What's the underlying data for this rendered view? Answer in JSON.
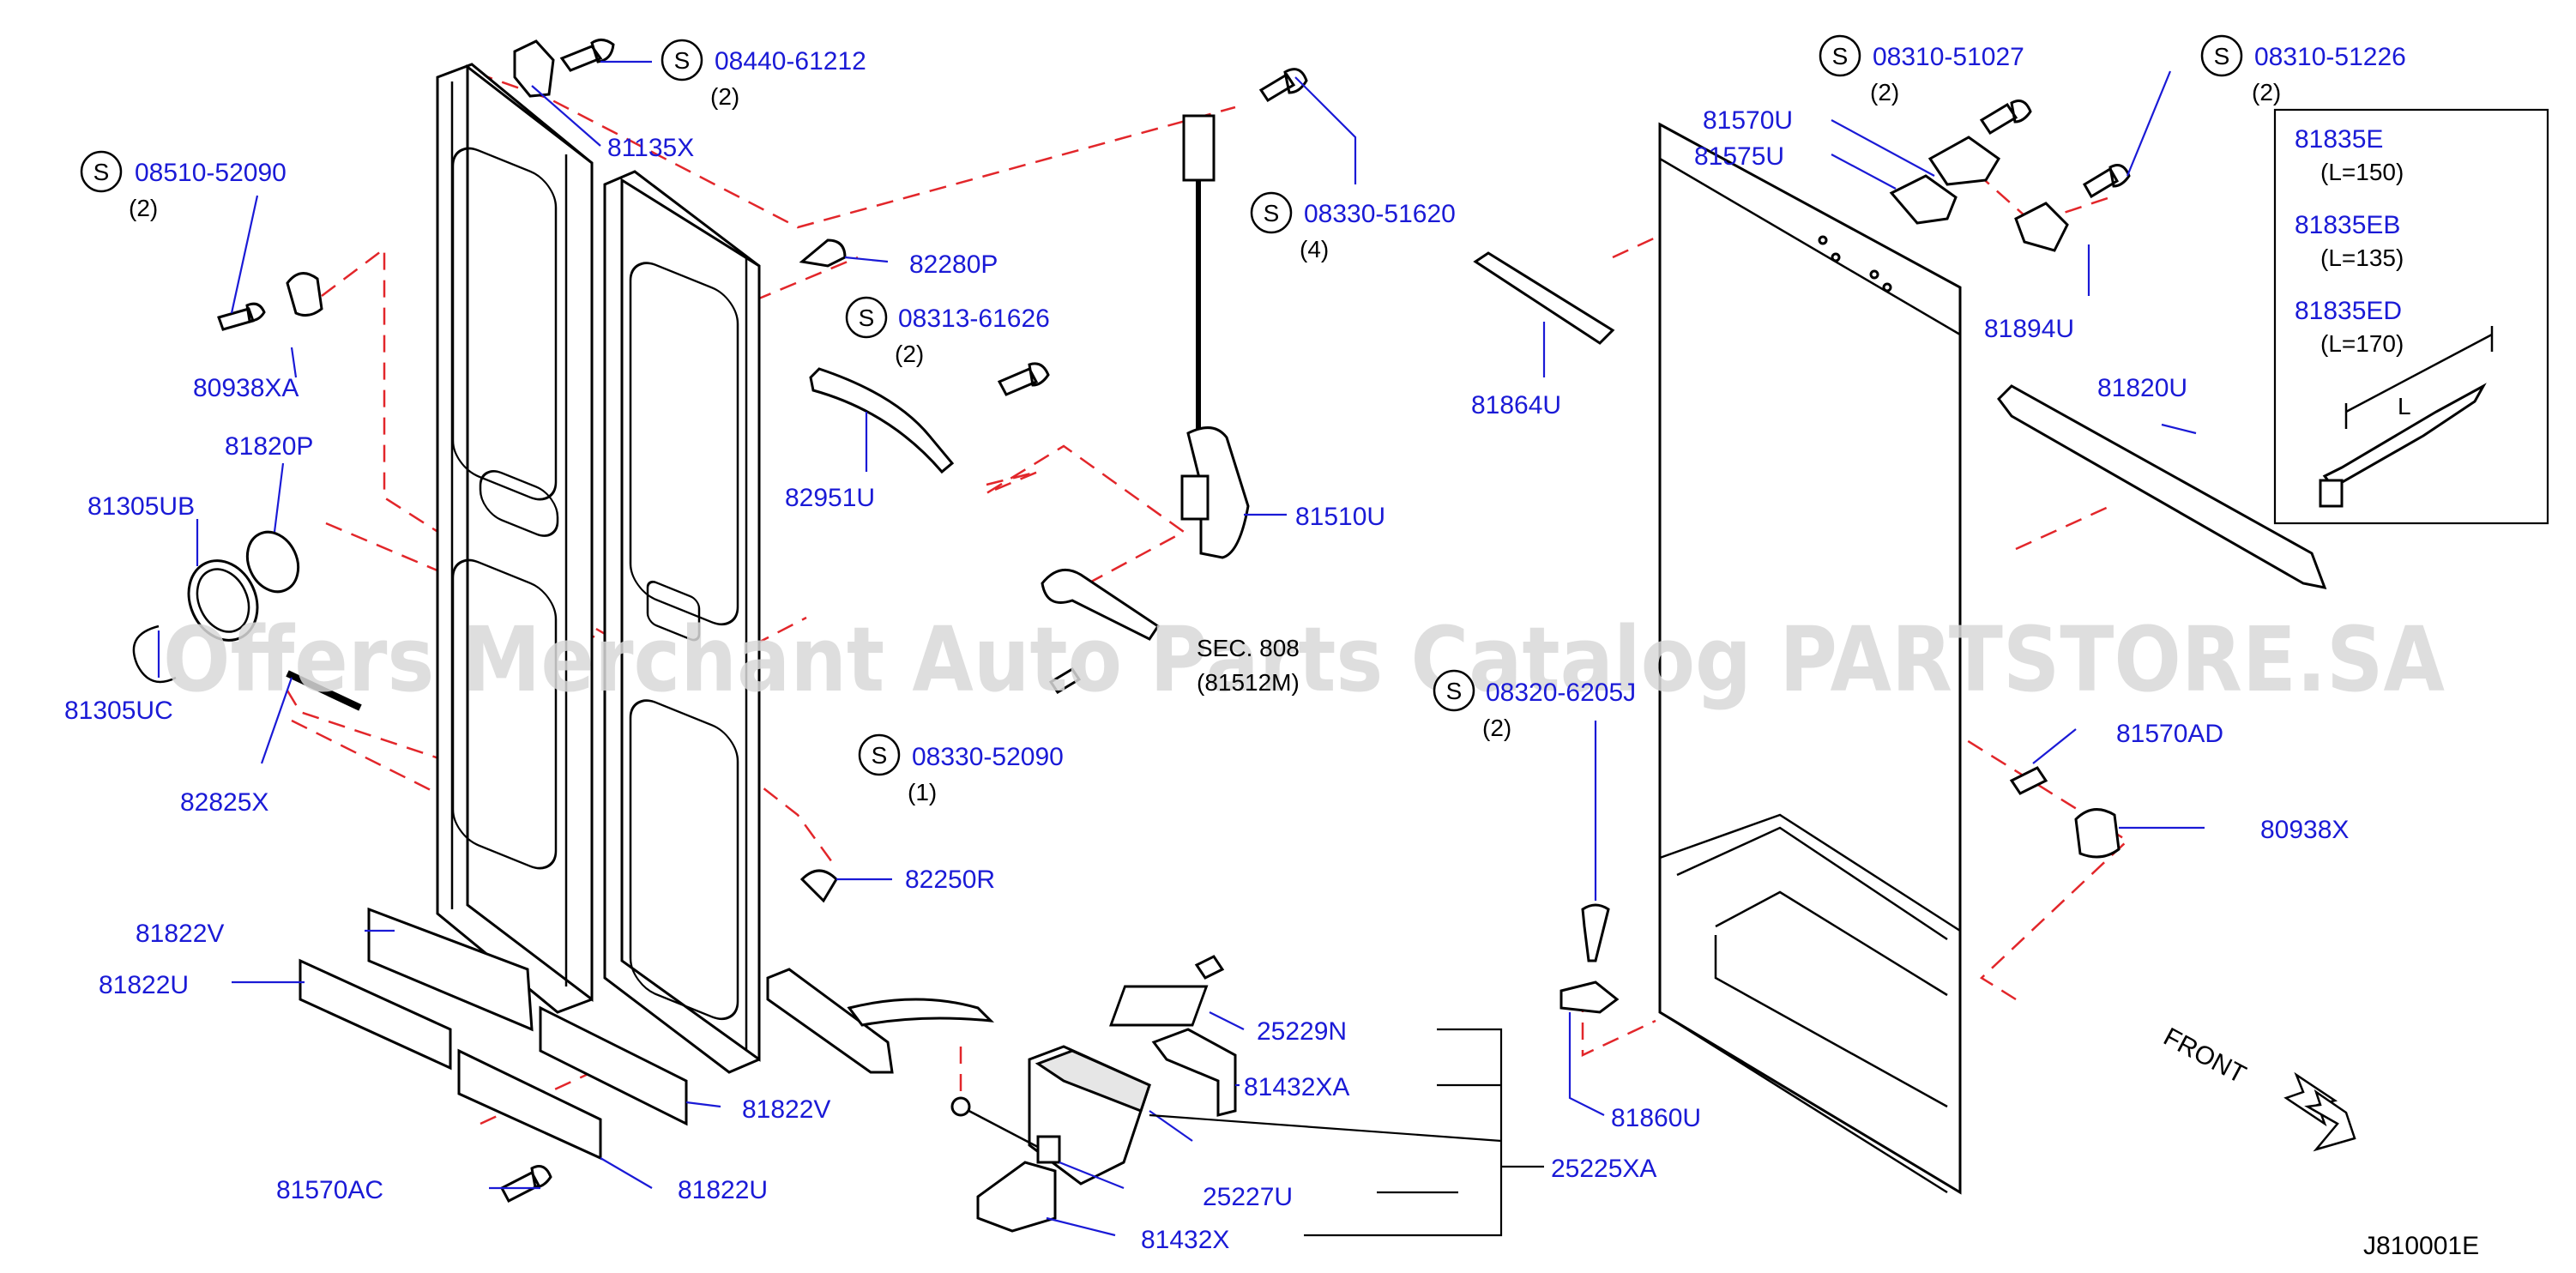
{
  "diagram": {
    "watermark": "Offers Merchant Auto Parts Catalog PARTSTORE.SA",
    "code": "J810001E",
    "front_label": "FRONT",
    "s_symbol": "S",
    "labels": {
      "p81135X": "81135X",
      "p82280P": "82280P",
      "p80938XA": "80938XA",
      "p81820P": "81820P",
      "p81305UB": "81305UB",
      "p81305UC": "81305UC",
      "p82825X": "82825X",
      "p82951U": "82951U",
      "p81510U": "81510U",
      "p82250R": "82250R",
      "p81822V_a": "81822V",
      "p81822U_a": "81822U",
      "p81822V_b": "81822V",
      "p81822U_b": "81822U",
      "p81570AC": "81570AC",
      "p25229N": "25229N",
      "p81432XA": "81432XA",
      "p25225XA": "25225XA",
      "p25227U": "25227U",
      "p81432X": "81432X",
      "p81570U": "81570U",
      "p81575U": "81575U",
      "p81894U": "81894U",
      "p81864U": "81864U",
      "p81820U": "81820U",
      "p81570AD": "81570AD",
      "p80938X": "80938X",
      "p81860U": "81860U",
      "p81835E": "81835E",
      "p81835EB": "81835EB",
      "p81835ED": "81835ED"
    },
    "screws": {
      "s1": {
        "part": "08440-61212",
        "qty": "(2)"
      },
      "s2": {
        "part": "08510-52090",
        "qty": "(2)"
      },
      "s3": {
        "part": "08313-61626",
        "qty": "(2)"
      },
      "s4": {
        "part": "08330-51620",
        "qty": "(4)"
      },
      "s5": {
        "part": "08330-52090",
        "qty": "(1)"
      },
      "s6": {
        "part": "08310-51027",
        "qty": "(2)"
      },
      "s7": {
        "part": "08310-51226",
        "qty": "(2)"
      },
      "s8": {
        "part": "08320-6205J",
        "qty": "(2)"
      }
    },
    "sec_ref": {
      "line1": "SEC. 808",
      "line2": "(81512M)"
    },
    "lengths": {
      "e": "(L=150)",
      "eb": "(L=135)",
      "ed": "(L=170)",
      "dim": "L"
    }
  }
}
